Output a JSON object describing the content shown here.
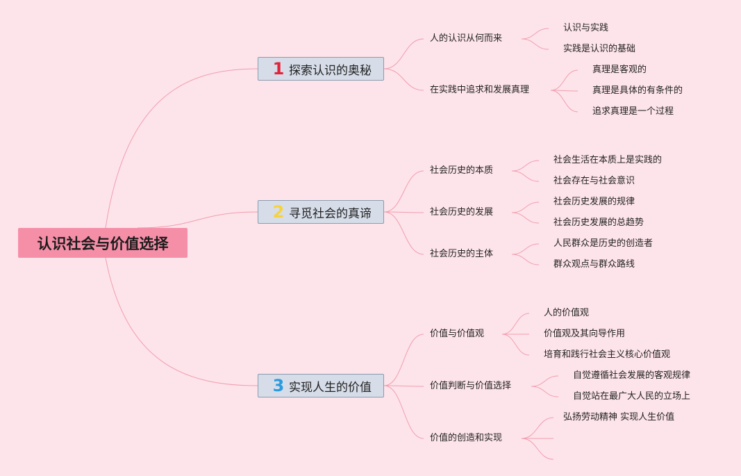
{
  "root": "认识社会与价值选择",
  "branches": [
    {
      "num": "1",
      "num_color": "#e0243a",
      "label": "探索认识的奥秘",
      "subs": [
        {
          "label": "人的认识从何而来",
          "leaves": [
            "认识与实践",
            "实践是认识的基础"
          ]
        },
        {
          "label": "在实践中追求和发展真理",
          "leaves": [
            "真理是客观的",
            "真理是具体的有条件的",
            "追求真理是一个过程"
          ]
        }
      ]
    },
    {
      "num": "2",
      "num_color": "#f6d33c",
      "label": "寻觅社会的真谛",
      "subs": [
        {
          "label": "社会历史的本质",
          "leaves": [
            "社会生活在本质上是实践的",
            "社会存在与社会意识"
          ]
        },
        {
          "label": "社会历史的发展",
          "leaves": [
            "社会历史发展的规律",
            "社会历史发展的总趋势"
          ]
        },
        {
          "label": "社会历史的主体",
          "leaves": [
            "人民群众是历史的创造者",
            "群众观点与群众路线"
          ]
        }
      ]
    },
    {
      "num": "3",
      "num_color": "#2a9be0",
      "label": "实现人生的价值",
      "subs": [
        {
          "label": "价值与价值观",
          "leaves": [
            "人的价值观",
            "价值观及其向导作用",
            "培育和践行社会主义核心价值观"
          ]
        },
        {
          "label": "价值判断与价值选择",
          "leaves": [
            "自觉遵循社会发展的客观规律",
            "自觉站在最广大人民的立场上"
          ]
        },
        {
          "label": "价值的创造和实现",
          "leaves": [
            "弘扬劳动精神 实现人生价值",
            "",
            ""
          ]
        }
      ]
    }
  ],
  "colors": {
    "background": "#fde4ea",
    "root_fill": "#f58fa8",
    "branch_fill": "#d6dde8",
    "branch_border": "#8a9aae",
    "link": "#f19cb0"
  }
}
